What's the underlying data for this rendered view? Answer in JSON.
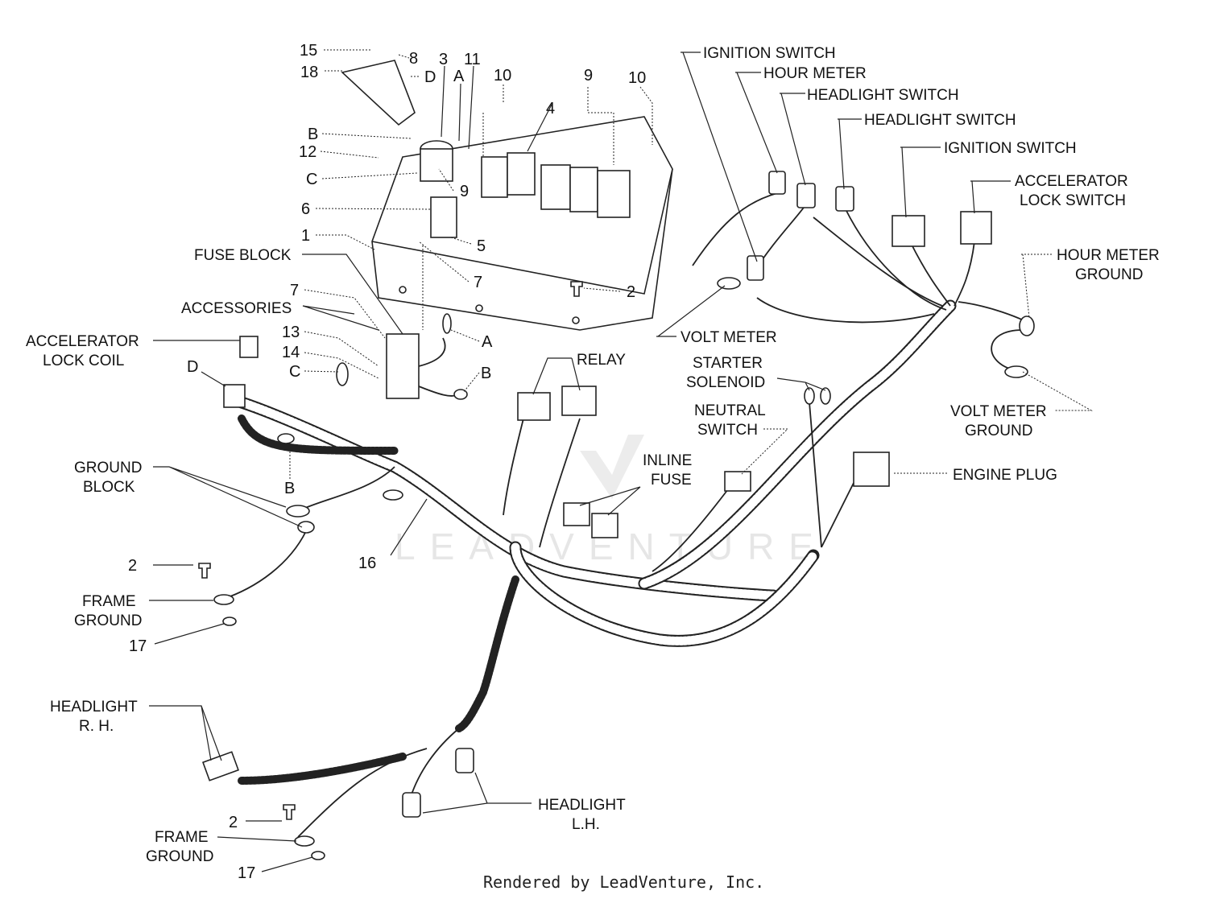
{
  "labels": {
    "ignition_switch_1": "IGNITION SWITCH",
    "hour_meter": "HOUR METER",
    "headlight_switch_1": "HEADLIGHT SWITCH",
    "headlight_switch_2": "HEADLIGHT SWITCH",
    "ignition_switch_2": "IGNITION SWITCH",
    "accelerator_lock_switch_1": "ACCELERATOR",
    "accelerator_lock_switch_2": "LOCK SWITCH",
    "hour_meter_ground_1": "HOUR METER",
    "hour_meter_ground_2": "GROUND",
    "fuse_block": "FUSE BLOCK",
    "accessories": "ACCESSORIES",
    "accelerator_lock_coil_1": "ACCELERATOR",
    "accelerator_lock_coil_2": "LOCK COIL",
    "volt_meter": "VOLT METER",
    "relay": "RELAY",
    "starter_solenoid_1": "STARTER",
    "starter_solenoid_2": "SOLENOID",
    "neutral_switch_1": "NEUTRAL",
    "neutral_switch_2": "SWITCH",
    "volt_meter_ground_1": "VOLT METER",
    "volt_meter_ground_2": "GROUND",
    "inline_fuse_1": "INLINE",
    "inline_fuse_2": "FUSE",
    "engine_plug": "ENGINE PLUG",
    "ground_block_1": "GROUND",
    "ground_block_2": "BLOCK",
    "frame_ground_1a": "FRAME",
    "frame_ground_1b": "GROUND",
    "headlight_rh_1": "HEADLIGHT",
    "headlight_rh_2": "R. H.",
    "headlight_lh_1": "HEADLIGHT",
    "headlight_lh_2": "L.H.",
    "frame_ground_2a": "FRAME",
    "frame_ground_2b": "GROUND"
  },
  "callouts": {
    "n15": "15",
    "n8": "8",
    "n3": "3",
    "n11": "11",
    "n18": "18",
    "d_top": "D",
    "a_top": "A",
    "n10a": "10",
    "n9a": "9",
    "n10b": "10",
    "b_top": "B",
    "n12": "12",
    "n4": "4",
    "c_top": "C",
    "n9b": "9",
    "n6": "6",
    "n1": "1",
    "n5": "5",
    "n7a": "7",
    "n2a": "2",
    "n7b": "7",
    "n13": "13",
    "n14": "14",
    "a_mid": "A",
    "c_mid": "C",
    "b_mid": "B",
    "d_mid": "D",
    "b_low": "B",
    "n16": "16",
    "n2b": "2",
    "n17a": "17",
    "n2c": "2",
    "n17b": "17"
  },
  "watermark": "LEADVENTURE",
  "footer": "Rendered by LeadVenture, Inc."
}
